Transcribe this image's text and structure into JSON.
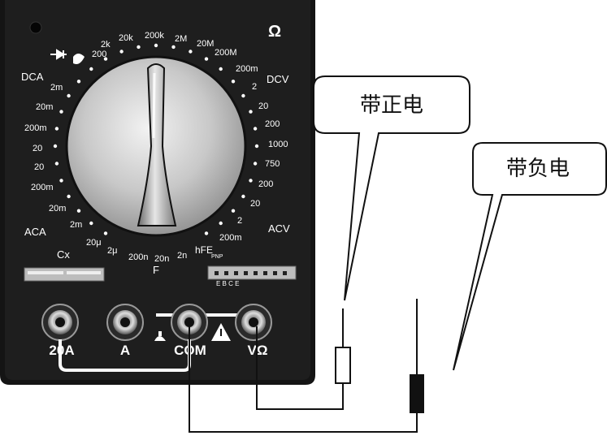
{
  "meter": {
    "ohm_symbol": "Ω",
    "section_labels": {
      "dca": "DCA",
      "dcv": "DCV",
      "aca": "ACA",
      "acv": "ACV",
      "cx": "Cx",
      "f": "F",
      "pnp": "PNP",
      "ebce": "E B C E"
    },
    "ohm_ranges": [
      "200",
      "2k",
      "20k",
      "200k",
      "2M",
      "20M",
      "200M"
    ],
    "dcv_ranges": [
      "200m",
      "2",
      "20",
      "200",
      "1000"
    ],
    "acv_ranges": [
      "750",
      "200",
      "20",
      "2",
      "200m"
    ],
    "dca_ranges": [
      "2m",
      "20m",
      "200m",
      "20",
      "20",
      "200m"
    ],
    "aca_ranges": [
      "20m",
      "2m"
    ],
    "cap_ranges": [
      "20μ",
      "2μ",
      "200n",
      "20n",
      "2n"
    ],
    "hfe": "hFE",
    "jacks": [
      "20A",
      "A",
      "COM",
      "VΩ"
    ]
  },
  "callouts": {
    "positive": "带正电",
    "negative": "带负电"
  }
}
